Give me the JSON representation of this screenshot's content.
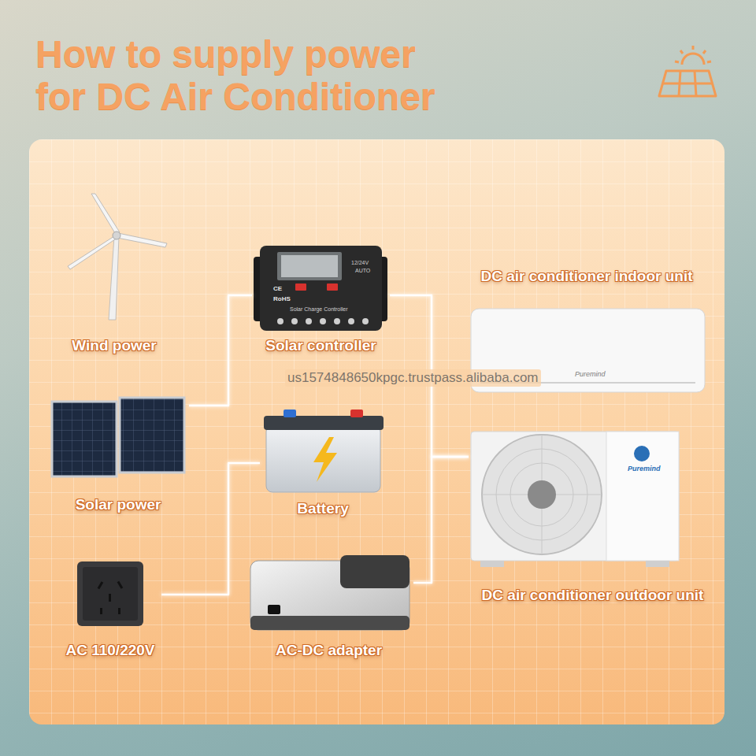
{
  "diagram": {
    "title": "How to supply power for DC Air Conditioner",
    "nodes": [
      {
        "text": [
          "Wind power"
        ]
      },
      {
        "text": [
          "Solar controller"
        ]
      },
      {
        "text": [
          "DC air conditioner indoor unit"
        ]
      },
      {
        "text": [
          "Solar power"
        ]
      },
      {
        "text": [
          "Battery"
        ]
      },
      {
        "text": [
          "DC air conditioner outdoor unit"
        ]
      },
      {
        "text": [
          "AC 110/220V"
        ]
      },
      {
        "text": [
          "AC-DC adapter"
        ]
      }
    ],
    "edges": [
      {
        "from": 0,
        "to": 1,
        "arrow": "none"
      },
      {
        "from": 3,
        "to": 1,
        "arrow": "none"
      },
      {
        "from": 1,
        "to": 5,
        "arrow": "none"
      },
      {
        "from": 4,
        "to": 5,
        "arrow": "none"
      },
      {
        "from": 7,
        "to": 5,
        "arrow": "none"
      },
      {
        "from": 6,
        "to": 7,
        "arrow": "none"
      },
      {
        "from": 6,
        "to": 4,
        "arrow": "none"
      },
      {
        "from": 5,
        "to": 2,
        "arrow": "none"
      }
    ],
    "labels": [
      "us1574848650kpgc.trustpass.alibaba.com",
      "CE",
      "RoHS",
      "12/24V",
      "AUTO",
      "Solar Charge Controller",
      "Puremind",
      "Puremind"
    ]
  }
}
